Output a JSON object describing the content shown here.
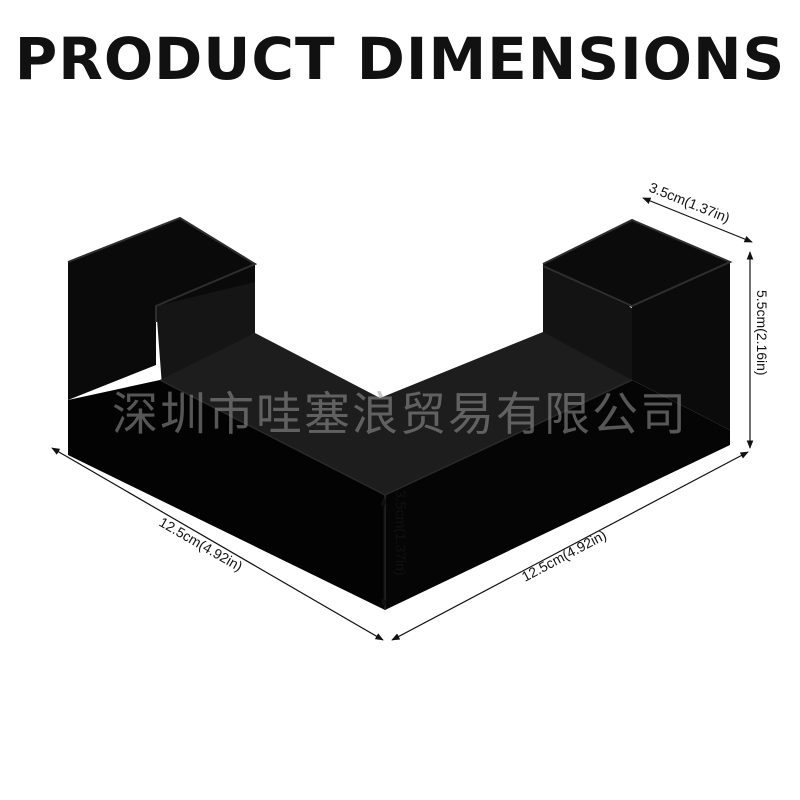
{
  "header": {
    "title": "PRODUCT DIMENSIONS"
  },
  "dimensions": {
    "top_depth": "3.5cm(1.37in)",
    "right_height": "5.5cm(2.16in)",
    "front_height": "3.5cm(1.37in)",
    "left_length": "12.5cm(4.92in)",
    "right_length": "12.5cm(4.92in)"
  },
  "watermark": "深圳市哇塞浪贸易有限公司",
  "colors": {
    "product": "#050505",
    "edge": "#2c2c2c",
    "text": "#111111",
    "background": "#ffffff"
  }
}
